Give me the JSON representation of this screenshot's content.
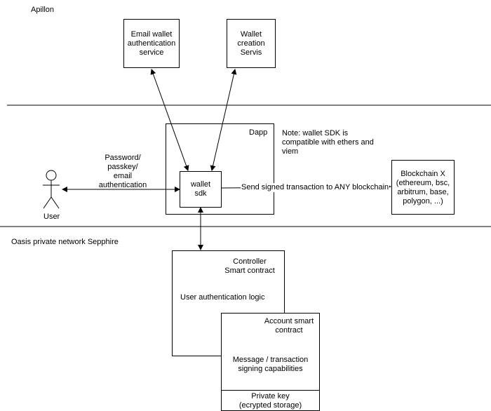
{
  "zones": {
    "top_label": "Apillon",
    "bottom_label": "Oasis private network Sepphire"
  },
  "services": {
    "email": [
      "Email wallet",
      "authentication",
      "service"
    ],
    "creation": [
      "Wallet",
      "creation",
      "Servis"
    ]
  },
  "dapp": {
    "label": "Dapp",
    "sdk": [
      "wallet",
      "sdk"
    ]
  },
  "note": [
    "Note: wallet SDK is",
    "compatible with ethers and",
    "viem"
  ],
  "user": {
    "label": "User",
    "auth": [
      "Password/",
      "passkey/",
      "email",
      "authentication"
    ]
  },
  "blockchain": {
    "lines": [
      "Blockchain X",
      "(ethereum, bsc,",
      "arbitrum, base,",
      "polygon, ...)"
    ],
    "edge_label": "Send signed transaction to ANY blockchain"
  },
  "controller": {
    "title": [
      "Controller",
      "Smart contract"
    ],
    "logic": "User authentication logic"
  },
  "account": {
    "title": [
      "Account smart",
      "contract"
    ],
    "capabilities": [
      "Message / transaction",
      "signing capabilities"
    ],
    "key": [
      "Private key",
      "(ecrypted storage)"
    ]
  }
}
